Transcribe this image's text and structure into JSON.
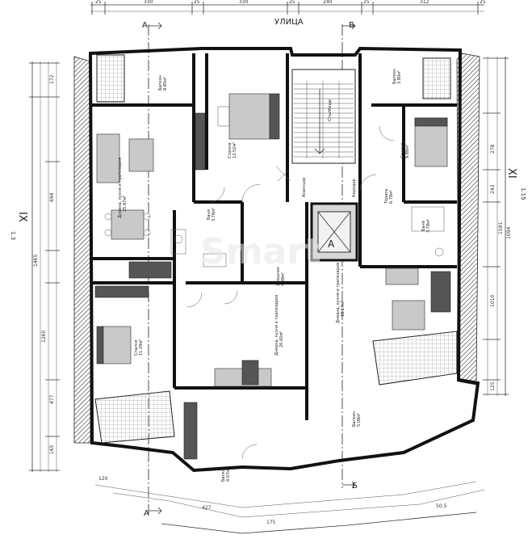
{
  "header": {
    "street_label": "УЛИЦА"
  },
  "section_markers": {
    "a": "А",
    "b": "Б"
  },
  "axis_labels": {
    "left_roman": "IX",
    "left_sub": "1.3",
    "right_roman": "XI",
    "right_sub": "1.15"
  },
  "top_dimensions": [
    "25",
    "330",
    "25",
    "330",
    "25",
    "240",
    "25",
    "312",
    "25"
  ],
  "bottom_dimensions": [
    "120",
    "427",
    "175",
    "50.5"
  ],
  "left_dimensions": [
    "172",
    "694",
    "1465",
    "477",
    "165",
    "1260"
  ],
  "right_dimensions": [
    "278",
    "1591",
    "1094",
    "243",
    "1010",
    "125"
  ],
  "rooms": [
    {
      "name": "Балкон",
      "area": "8.85м²"
    },
    {
      "name": "Спалня",
      "area": "13.52м²"
    },
    {
      "name": "Дневна, кухня и трапезария",
      "area": "25.87м²"
    },
    {
      "name": "Баня",
      "area": "3.76м²"
    },
    {
      "name": "Дрешник",
      "area": "4.38м²"
    },
    {
      "name": "Спалня",
      "area": "11.29м²"
    },
    {
      "name": "Дневна, кухня и трапезария",
      "area": "20.65м²"
    },
    {
      "name": "Стълбище",
      "area": ""
    },
    {
      "name": "Асансьор",
      "area": ""
    },
    {
      "name": "Коридор",
      "area": ""
    },
    {
      "name": "Тераса",
      "area": "6.78м²"
    },
    {
      "name": "Спалня",
      "area": "9.86м²"
    },
    {
      "name": "Баня",
      "area": "3.78м²"
    },
    {
      "name": "Дневна, кухня и трапезария",
      "area": "18.14м²"
    },
    {
      "name": "Балкон",
      "area": "3.80м²"
    },
    {
      "name": "Балкон",
      "area": "4.07м²"
    },
    {
      "name": "Балкон",
      "area": "5.08м²"
    }
  ],
  "elevator_letter": "A",
  "watermark": "Smart"
}
